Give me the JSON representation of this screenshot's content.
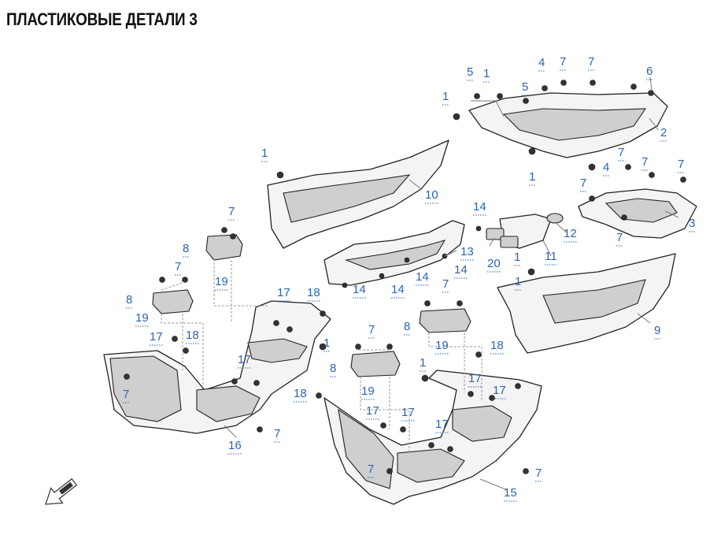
{
  "title": "ПЛАСТИКОВЫЕ ДЕТАЛИ 3",
  "callouts": [
    "1",
    "1",
    "1",
    "1",
    "1",
    "1",
    "1",
    "1",
    "2",
    "3",
    "4",
    "4",
    "5",
    "5",
    "6",
    "7",
    "7",
    "7",
    "7",
    "7",
    "7",
    "7",
    "7",
    "7",
    "7",
    "7",
    "7",
    "7",
    "7",
    "7",
    "8",
    "8",
    "8",
    "8",
    "9",
    "10",
    "11",
    "12",
    "13",
    "14",
    "14",
    "14",
    "14",
    "14",
    "14",
    "15",
    "16",
    "17",
    "17",
    "17",
    "17",
    "17",
    "17",
    "17",
    "17",
    "17",
    "17",
    "18",
    "18",
    "18",
    "18",
    "19",
    "19",
    "19",
    "19",
    "20"
  ],
  "arrow_icon": "forward-direction-arrow-icon"
}
